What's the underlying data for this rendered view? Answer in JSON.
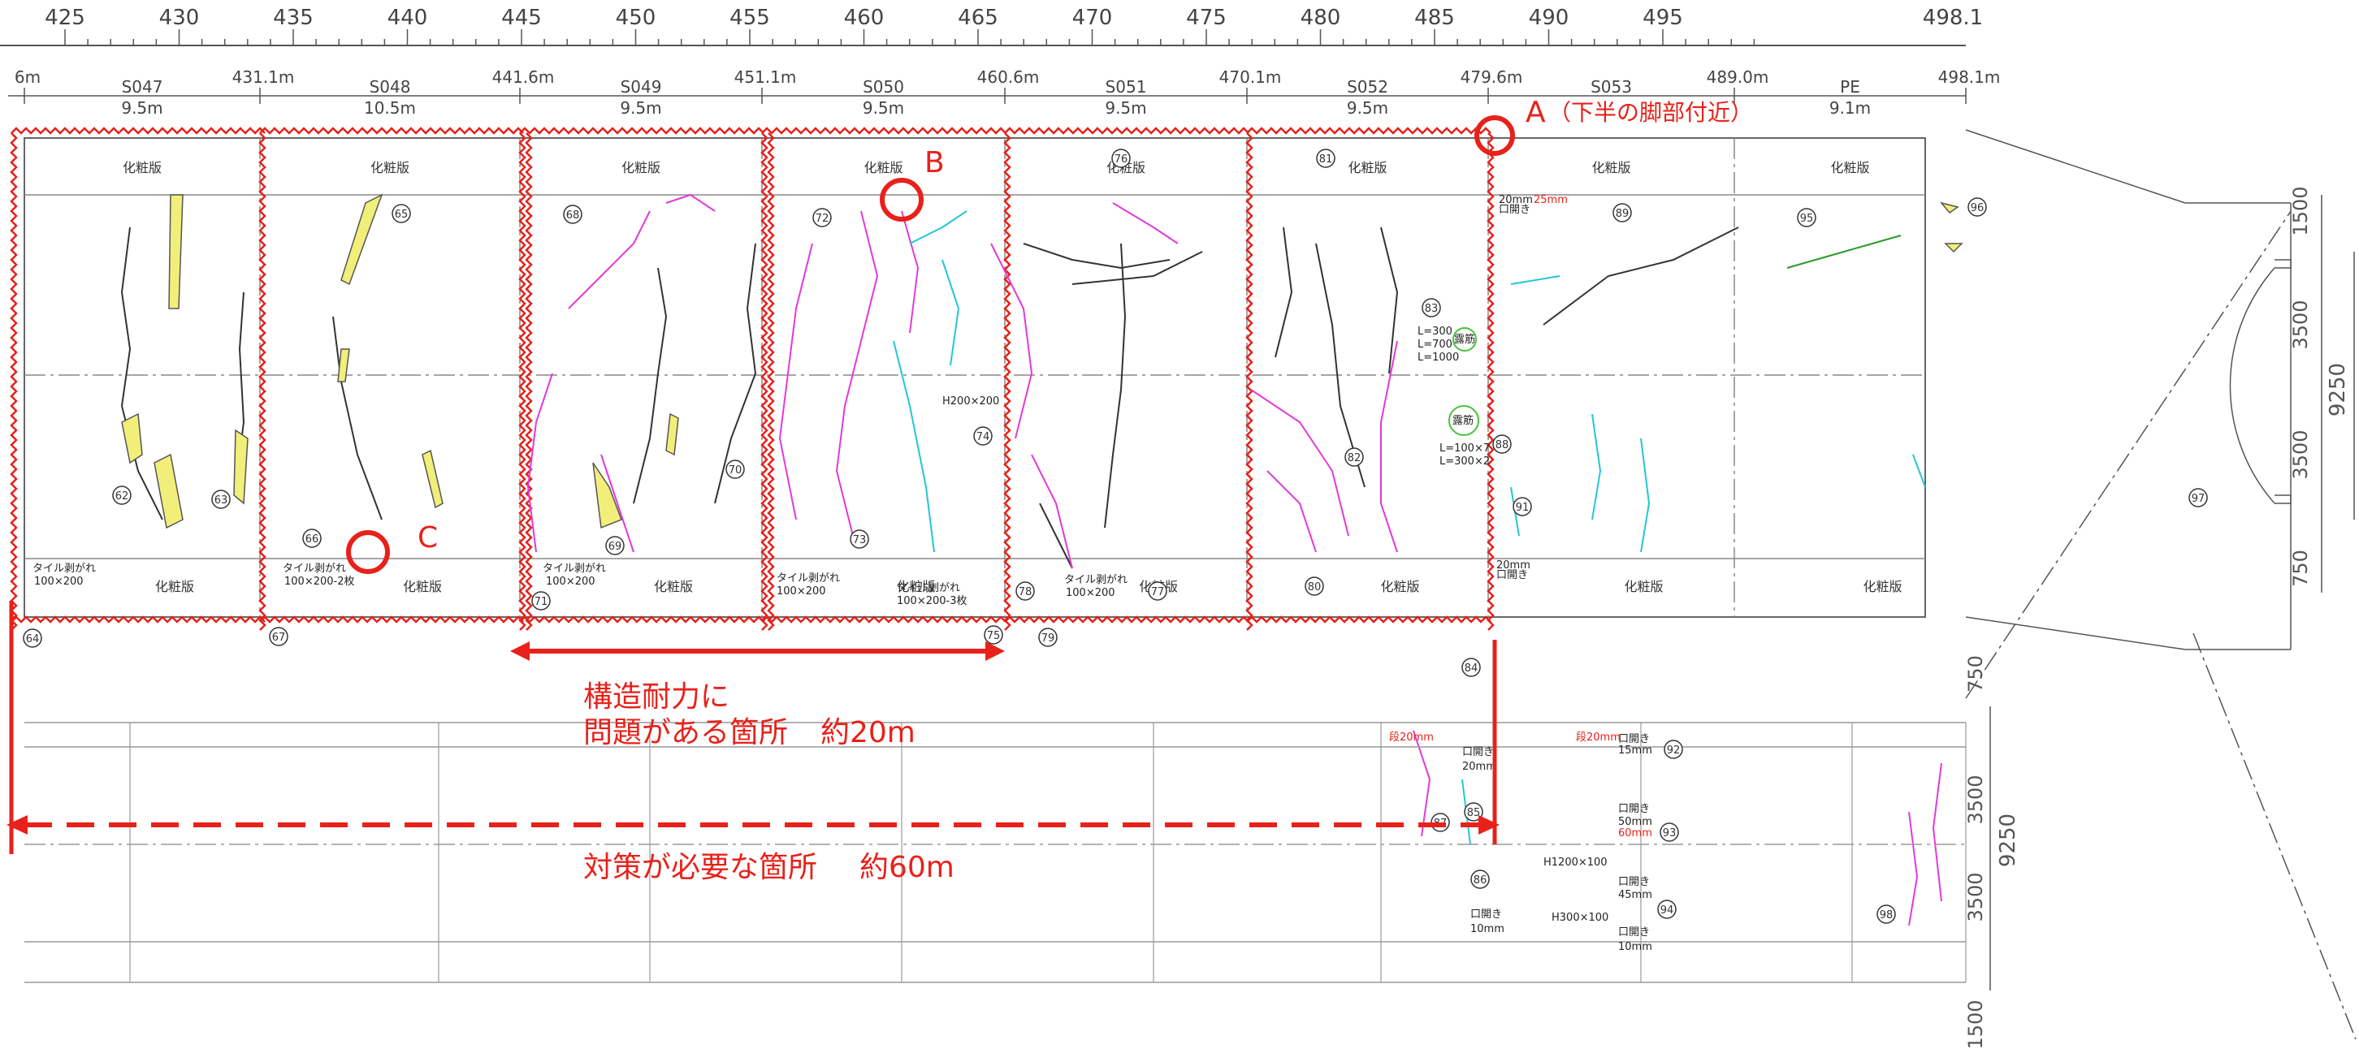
{
  "ruler": {
    "ticks": [
      "425",
      "430",
      "435",
      "440",
      "445",
      "450",
      "455",
      "460",
      "465",
      "470",
      "475",
      "480",
      "485",
      "490",
      "495",
      "498.1"
    ]
  },
  "chainages": [
    "6m",
    "431.1m",
    "441.6m",
    "451.1m",
    "460.6m",
    "470.1m",
    "479.6m",
    "489.0m",
    "498.1m"
  ],
  "segments": [
    {
      "id": "S047",
      "length": "9.5m"
    },
    {
      "id": "S048",
      "length": "10.5m"
    },
    {
      "id": "S049",
      "length": "9.5m"
    },
    {
      "id": "S050",
      "length": "9.5m"
    },
    {
      "id": "S051",
      "length": "9.5m"
    },
    {
      "id": "S052",
      "length": "9.5m"
    },
    {
      "id": "S053",
      "length": ""
    },
    {
      "id": "PE",
      "length": "9.1m"
    }
  ],
  "cosmetic_label": "化粧版",
  "wall_crack_ids": [
    "62",
    "63",
    "64",
    "65",
    "66",
    "67",
    "68",
    "69",
    "70",
    "71",
    "72",
    "73",
    "74",
    "75",
    "76",
    "77",
    "78",
    "79",
    "80",
    "81",
    "82",
    "83",
    "84",
    "85",
    "86",
    "87",
    "88",
    "89",
    "91",
    "92",
    "93",
    "94",
    "95",
    "96",
    "97",
    "98"
  ],
  "tile_labels": {
    "t1": "タイル剥がれ",
    "t1b": "100×200",
    "t2": "タイル剥がれ",
    "t2b": "100×200-2枚",
    "t3": "タイル剥がれ",
    "t3b": "100×200",
    "t4": "タイル剥がれ",
    "t4b": "100×200",
    "t5": "タイル剥がれ",
    "t5b": "100×200-3枚",
    "t6": "タイル剥がれ",
    "t6b": "100×200"
  },
  "rebar_labels": {
    "exposed": "露筋",
    "l1": "L=300",
    "l2": "L=700",
    "l3": "L=1000",
    "l4": "L=100×7",
    "l5": "L=300×2"
  },
  "opening_labels": {
    "a": "口開き",
    "a_w": "20mm",
    "a_w2": "25mm",
    "b_w": "20mm",
    "c_w": "15mm",
    "d_w": "50mm",
    "d_w2": "60mm",
    "e_w": "45mm",
    "f_w": "10mm",
    "g_w": "10mm",
    "h": "H1200×100",
    "i": "H300×100",
    "j": "H200×200",
    "step": "段20mm"
  },
  "markers": {
    "A": "A",
    "A_note": "（下半の脚部付近）",
    "B": "B",
    "C": "C"
  },
  "annotations": {
    "structural_line1": "構造耐力に",
    "structural_line2": "問題がある箇所",
    "structural_len": "約20m",
    "countermeasure": "対策が必要な箇所",
    "countermeasure_len": "約60m"
  },
  "dims_right_top": [
    "1500",
    "3500",
    "3500",
    "750"
  ],
  "dims_right_total": "9250",
  "dims_right_bottom": [
    "750",
    "3500",
    "3500",
    "1500"
  ],
  "colors": {
    "red": "#e8211a",
    "magenta": "#e23ad8",
    "cyan": "#22c7d6",
    "yellow": "#f2ee7a",
    "green": "#45c43c",
    "line": "#333333"
  }
}
